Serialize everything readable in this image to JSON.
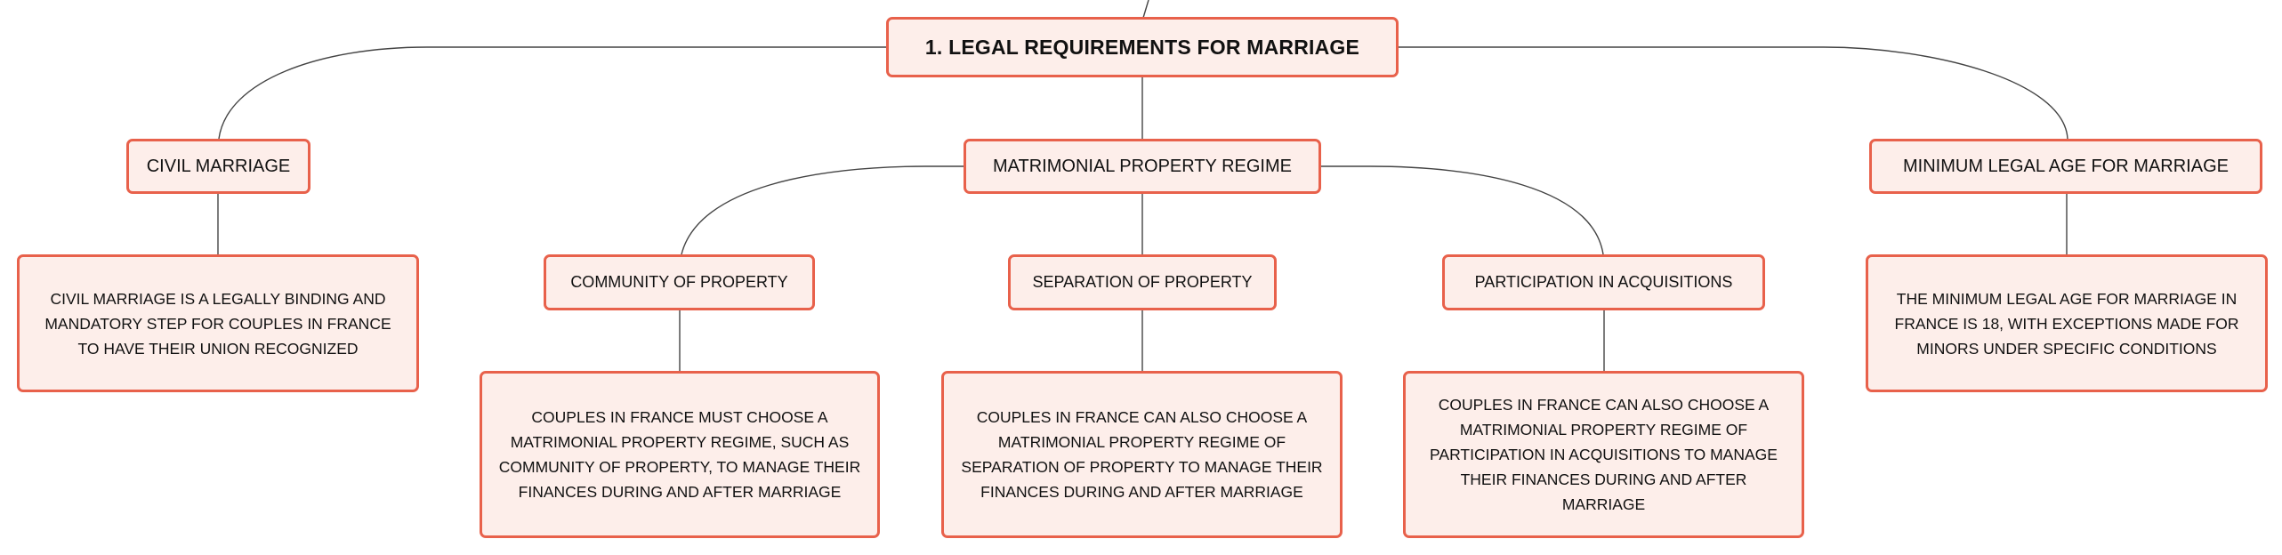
{
  "colors": {
    "node_fill": "#fdeeea",
    "node_border": "#e8614b",
    "connector": "#444444",
    "text": "#111111"
  },
  "root": {
    "label": "1. LEGAL REQUIREMENTS FOR MARRIAGE"
  },
  "topics": {
    "civil": {
      "label": "CIVIL MARRIAGE",
      "detail": "CIVIL MARRIAGE IS A LEGALLY BINDING AND MANDATORY STEP FOR COUPLES IN FRANCE TO HAVE THEIR UNION RECOGNIZED"
    },
    "regime": {
      "label": "MATRIMONIAL PROPERTY REGIME",
      "subtopics": {
        "community": {
          "label": "COMMUNITY OF PROPERTY",
          "detail": "COUPLES IN FRANCE MUST CHOOSE A MATRIMONIAL PROPERTY REGIME, SUCH AS COMMUNITY OF PROPERTY, TO MANAGE THEIR FINANCES DURING AND AFTER MARRIAGE"
        },
        "separation": {
          "label": "SEPARATION OF PROPERTY",
          "detail": "COUPLES IN FRANCE CAN ALSO CHOOSE A MATRIMONIAL PROPERTY REGIME OF SEPARATION OF PROPERTY TO MANAGE THEIR FINANCES DURING AND AFTER MARRIAGE"
        },
        "participation": {
          "label": "PARTICIPATION IN ACQUISITIONS",
          "detail": "COUPLES IN FRANCE CAN ALSO CHOOSE A MATRIMONIAL PROPERTY REGIME OF PARTICIPATION IN ACQUISITIONS TO MANAGE THEIR FINANCES DURING AND AFTER MARRIAGE"
        }
      }
    },
    "age": {
      "label": "MINIMUM LEGAL AGE FOR MARRIAGE",
      "detail": "THE MINIMUM LEGAL AGE FOR MARRIAGE IN FRANCE IS 18, WITH EXCEPTIONS MADE FOR MINORS UNDER SPECIFIC CONDITIONS"
    }
  }
}
